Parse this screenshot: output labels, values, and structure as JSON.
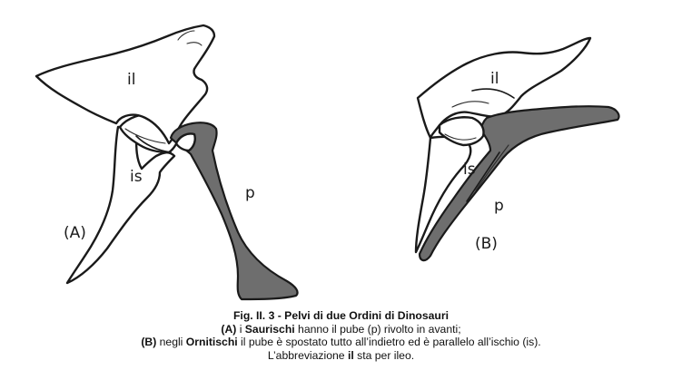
{
  "figure": {
    "labels": {
      "a": {
        "il": "il",
        "is": "is",
        "p": "p",
        "panel": "(A)"
      },
      "b": {
        "il": "il",
        "is": "is",
        "p": "p",
        "panel": "(B)"
      }
    }
  },
  "caption": {
    "title": "Fig. II. 3 - Pelvi di due Ordini di Dinosauri",
    "line1": {
      "key": "(A)",
      "t1": " i ",
      "term": "Saurischi",
      "t2": " hanno il pube (p) rivolto in avanti;"
    },
    "line2": {
      "key": "(B)",
      "t1": " negli ",
      "term": "Ornitischi",
      "t2": " il pube è spostato tutto all’indietro ed è parallelo all’ischio (is)."
    },
    "line3": {
      "t1": "L’abbreviazione ",
      "term": "il",
      "t2": " sta per ileo."
    }
  },
  "colors": {
    "pubis_fill": "#6e6e6e",
    "bone_fill": "#ffffff",
    "outline": "#1a1a1a"
  }
}
